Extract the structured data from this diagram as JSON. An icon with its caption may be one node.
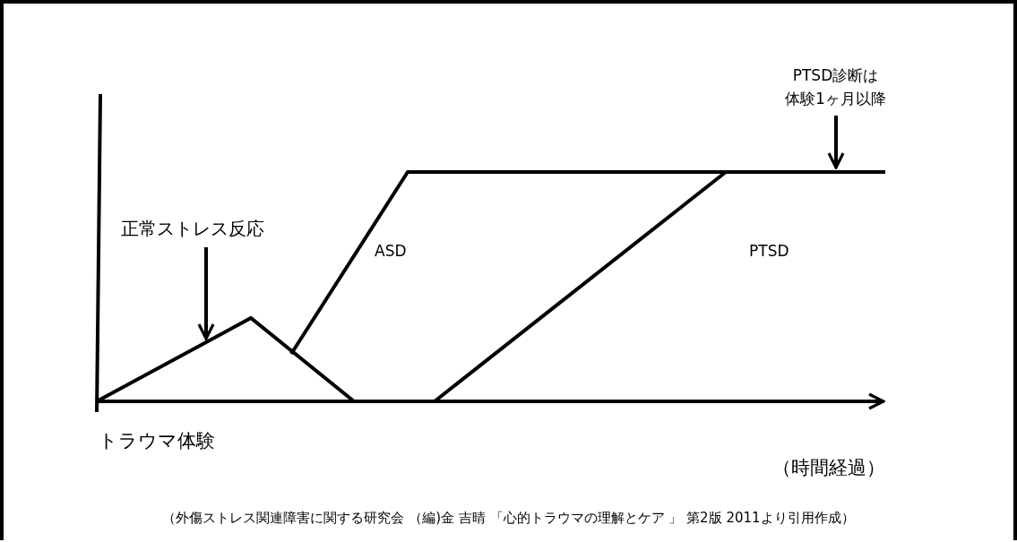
{
  "diagram": {
    "caption": "（外傷ストレス関連障害に関する研究会 （編)金 吉晴 「心的トラウマの理解とケア 」 第2版 2011より引用作成）",
    "nodes": [
      {
        "text": [
          "正常ストレス反応"
        ]
      },
      {
        "text": [],
        "shape": "triangle"
      },
      {
        "text": [
          "PTSD診断は",
          "体験1ヶ月以降"
        ]
      }
    ],
    "edges": [
      {
        "from": 0,
        "to": 1,
        "arrow": "to"
      },
      {
        "from": 2,
        "to": null,
        "arrow": "to"
      }
    ],
    "labels": [
      "ASD",
      "PTSD",
      "トラウマ体験",
      "（時間経過）"
    ]
  }
}
